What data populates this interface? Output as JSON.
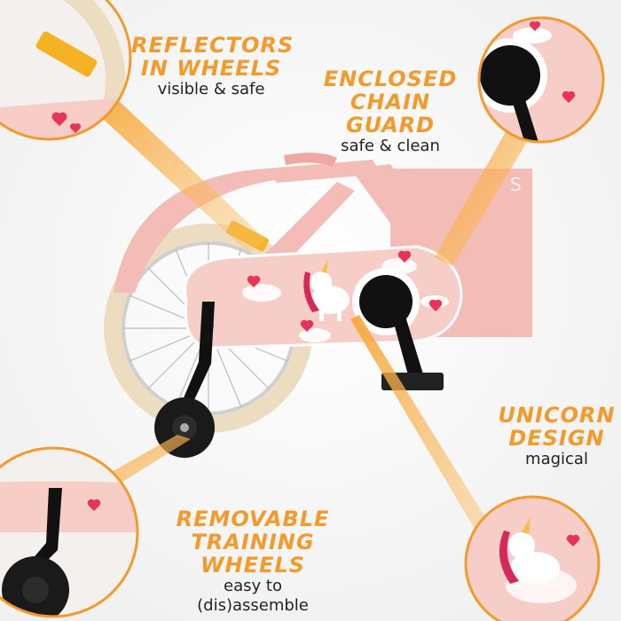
{
  "colors": {
    "accent_orange": "#f39a2c",
    "frame_pink": "#f4bcb6",
    "tire_cream": "#ecdcc0",
    "black": "#111111"
  },
  "callouts": {
    "reflectors": {
      "title_line1": "REFLECTORS",
      "title_line2": "IN WHEELS",
      "subtitle": "visible & safe"
    },
    "chain_guard": {
      "title_line1": "ENCLOSED",
      "title_line2": "CHAIN GUARD",
      "subtitle": "safe & clean"
    },
    "unicorn": {
      "title_line1": "UNICORN",
      "title_line2": "DESIGN",
      "subtitle": "magical"
    },
    "training_wheels": {
      "title_line1": "REMOVABLE",
      "title_line2": "TRAINING WHEELS",
      "subtitle_line1": "easy to",
      "subtitle_line2": "(dis)assemble"
    }
  }
}
